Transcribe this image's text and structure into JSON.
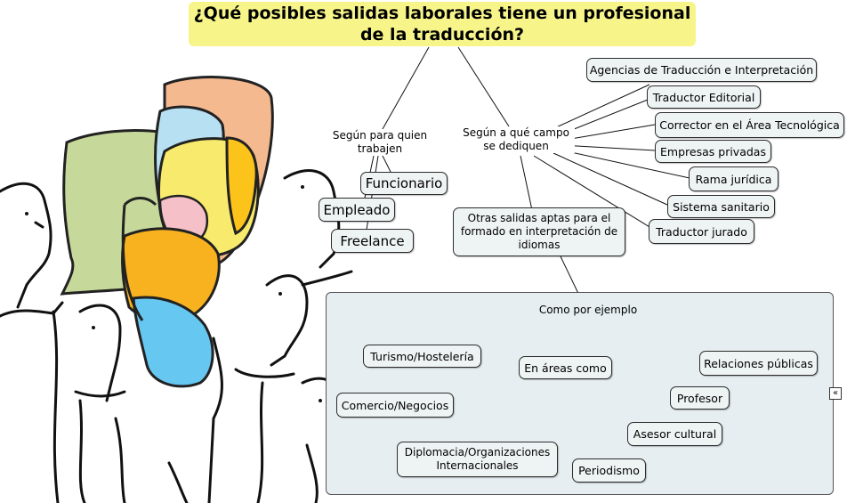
{
  "title": "¿Qué posibles salidas laborales tiene un profesional de la traducción?",
  "branches": {
    "quien": "Según para quien trabajen",
    "campo": "Según a qué campo se dediquen",
    "otras": "Otras salidas aptas para el formado en interpretación de idiomas"
  },
  "quien_nodes": [
    "Funcionario",
    "Empleado",
    "Freelance"
  ],
  "campo_nodes": [
    "Agencias de Traducción e Interpretación",
    "Traductor Editorial",
    "Corrector en el Área Tecnológica",
    "Empresas privadas",
    "Rama jurídica",
    "Sistema sanitario",
    "Traductor jurado"
  ],
  "panel": {
    "como": "Como por ejemplo",
    "areas": "En áreas como",
    "area_nodes": [
      "Turismo/Hostelería",
      "Comercio/Negocios",
      "Diplomacia/Organizaciones Internacionales"
    ],
    "ejemplos": [
      "Periodismo",
      "Asesor cultural",
      "Profesor",
      "Relaciones públicas"
    ]
  },
  "collapse_icon": "«"
}
